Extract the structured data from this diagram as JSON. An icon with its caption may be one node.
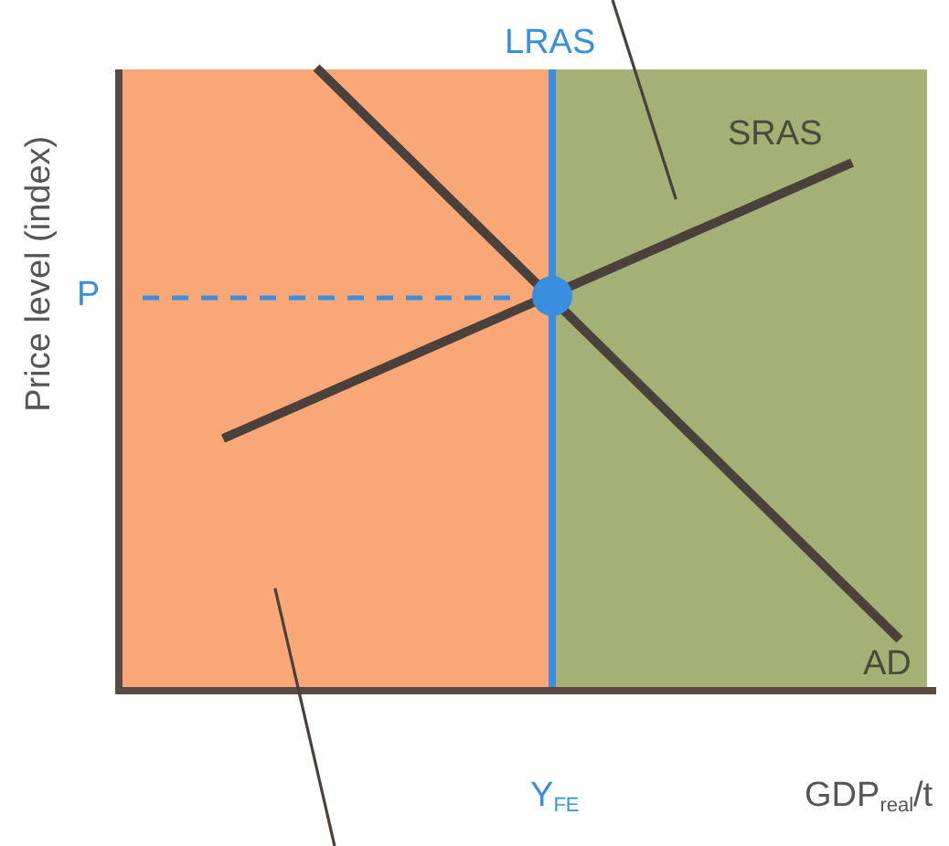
{
  "diagram": {
    "nodes": [
      {
        "text": [],
        "shape": "box"
      },
      {
        "text": [],
        "shape": "box"
      }
    ],
    "edges": [
      {
        "from": null,
        "to": 1,
        "arrow": "none"
      },
      {
        "from": null,
        "to": 0,
        "arrow": "none"
      }
    ],
    "labels": [
      "LRAS",
      "Price level (index)",
      "SRAS",
      "P",
      "AD",
      "Y$_{FE}$",
      "GDP$_{real}$/t"
    ]
  }
}
